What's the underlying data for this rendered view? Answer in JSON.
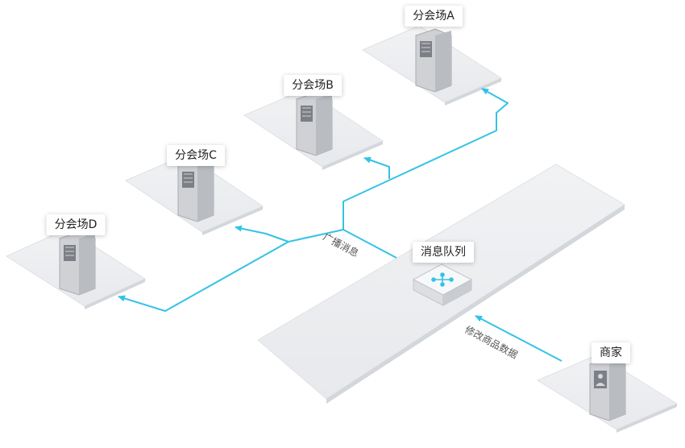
{
  "nodes": {
    "venue_a": "分会场A",
    "venue_b": "分会场B",
    "venue_c": "分会场C",
    "venue_d": "分会场D",
    "queue": "消息队列",
    "merchant": "商家"
  },
  "edges": {
    "broadcast": "广播消息",
    "modify": "修改商品数据"
  },
  "colors": {
    "line": "#35c2e6",
    "plate": "#eef0f3",
    "plate_edge": "#d6d9de",
    "server": "#d9dadd",
    "server_dark": "#9b9da2"
  }
}
